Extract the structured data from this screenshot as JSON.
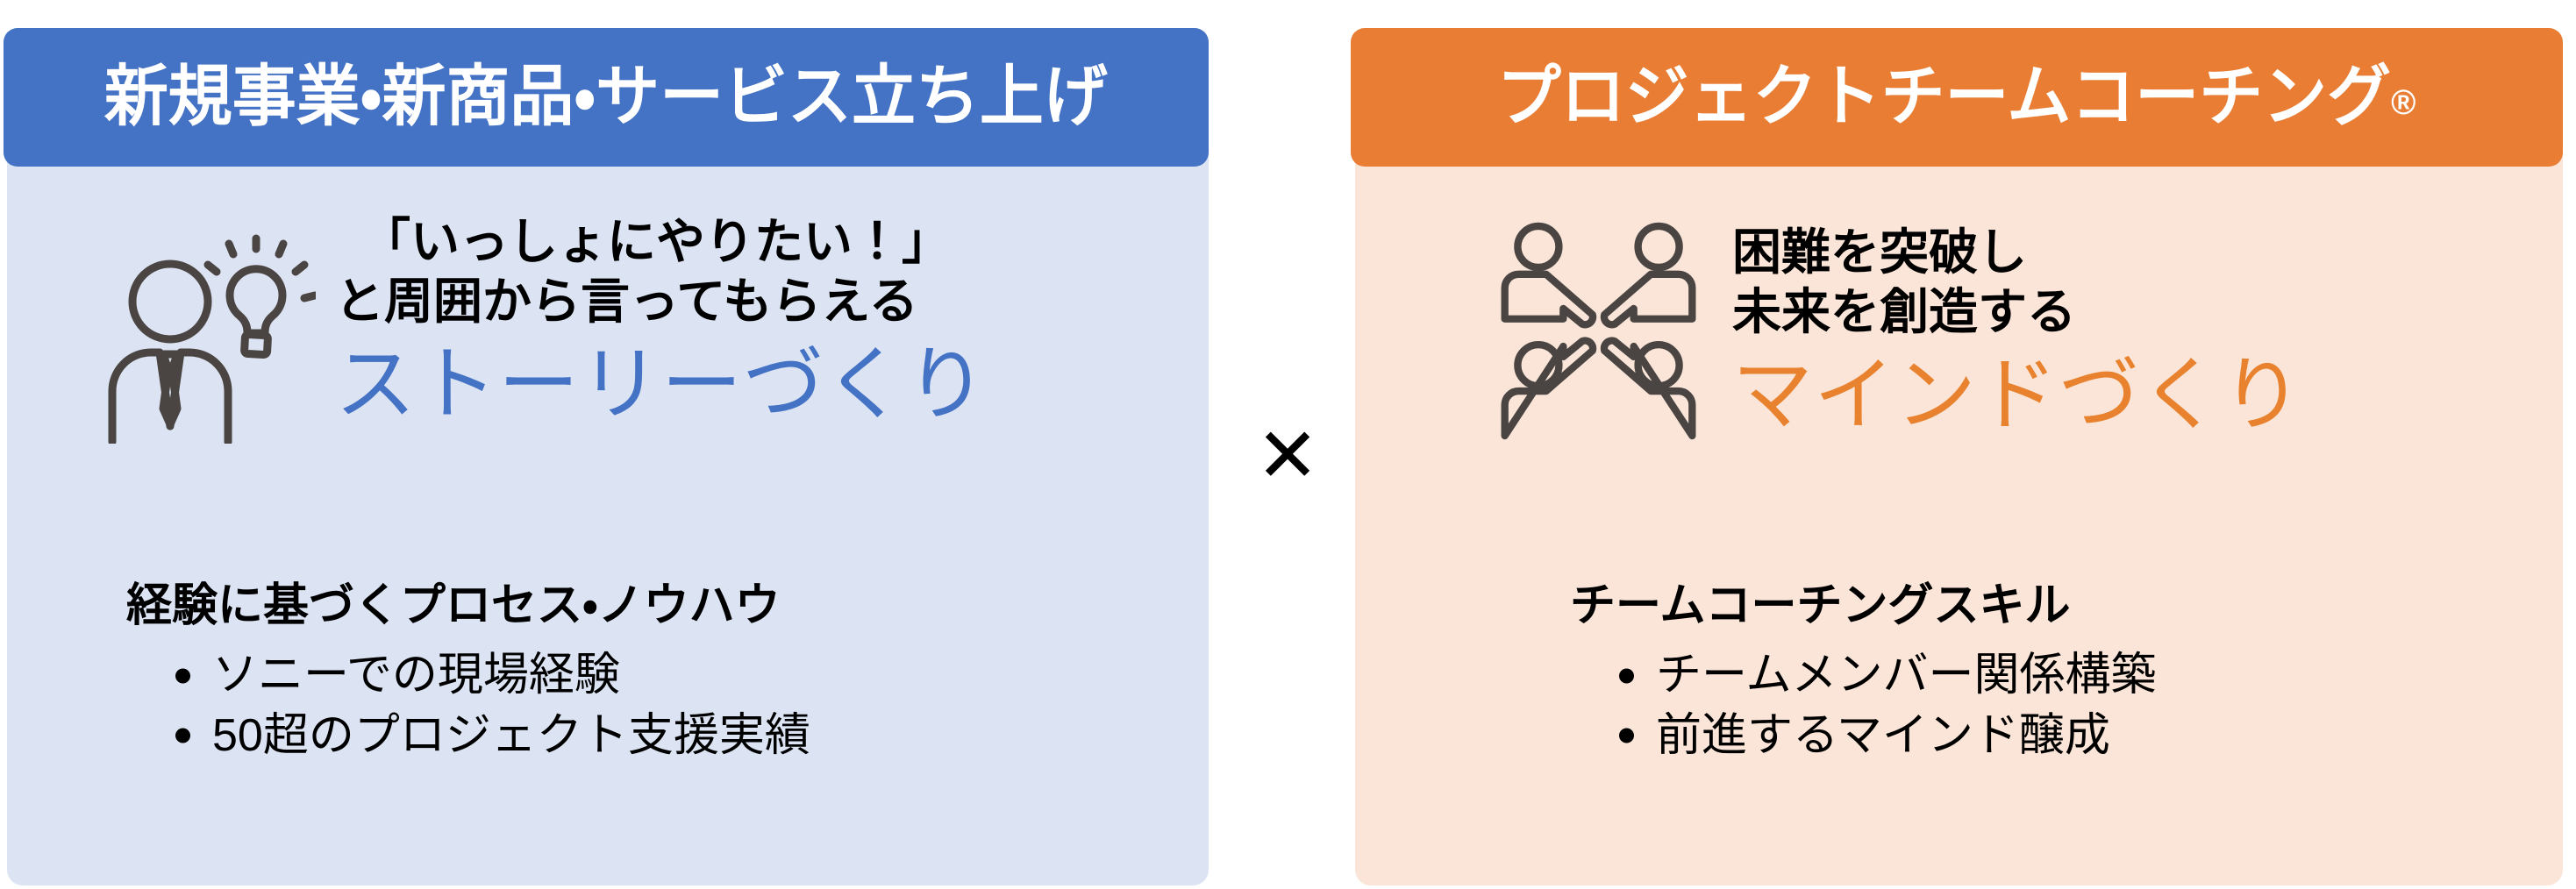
{
  "left_card": {
    "banner_label": "新規事業・新商品・サービス立ち上げ",
    "banner_color": "#4472C4",
    "panel_color": "#DCE4F3",
    "icon_name": "person-with-lightbulb-icon",
    "headline_line1": "「いっしょにやりたい！」",
    "headline_line2": "と周囲から言ってもらえる",
    "accent_text": "ストーリーづくり",
    "accent_color": "#4472C4",
    "sub_title": "経験に基づくプロセス・ノウハウ",
    "bullets": [
      "ソニーでの現場経験",
      "50超のプロジェクト支援実績"
    ]
  },
  "connector": {
    "symbol": "✕",
    "name": "multiply-symbol"
  },
  "right_card": {
    "banner_label": "プロジェクトチームコーチング",
    "banner_registered_mark": "®",
    "banner_color": "#E87D33",
    "panel_color": "#FAE5D8",
    "icon_name": "four-people-team-icon",
    "headline_line1": "困難を突破し",
    "headline_line2": "未来を創造する",
    "accent_text": "マインドづくり",
    "accent_color": "#E8822E",
    "sub_title": "チームコーチングスキル",
    "bullets": [
      "チームメンバー関係構築",
      "前進するマインド醸成"
    ]
  }
}
